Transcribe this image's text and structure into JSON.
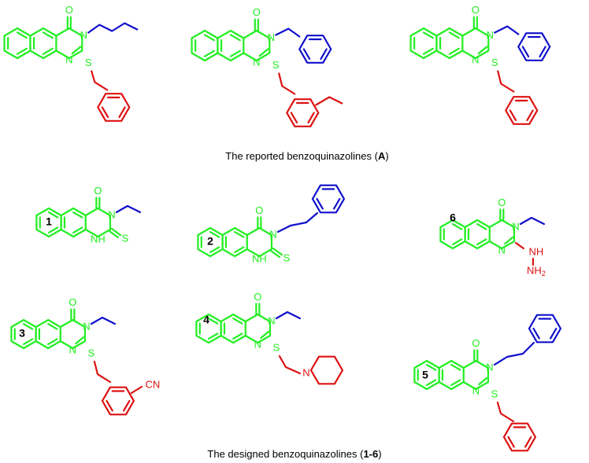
{
  "captions": {
    "reported_prefix": "The reported benzoquinazolines (",
    "reported_bold": "A",
    "reported_suffix": ")",
    "designed_prefix": "The designed benzoquinazolines (",
    "designed_bold": "1-6",
    "designed_suffix": ")"
  },
  "atoms": {
    "O": "O",
    "N": "N",
    "S": "S",
    "NH": "NH",
    "NH2": "NH",
    "NH2_sub": "2",
    "CN": "CN"
  },
  "compounds": {
    "c1": "1",
    "c2": "2",
    "c3": "3",
    "c4": "4",
    "c5": "5",
    "c6": "6"
  },
  "colors": {
    "core": "#22ee22",
    "n_substituent": "#1010cc",
    "s_substituent": "#dd1111",
    "text": "#000000"
  }
}
